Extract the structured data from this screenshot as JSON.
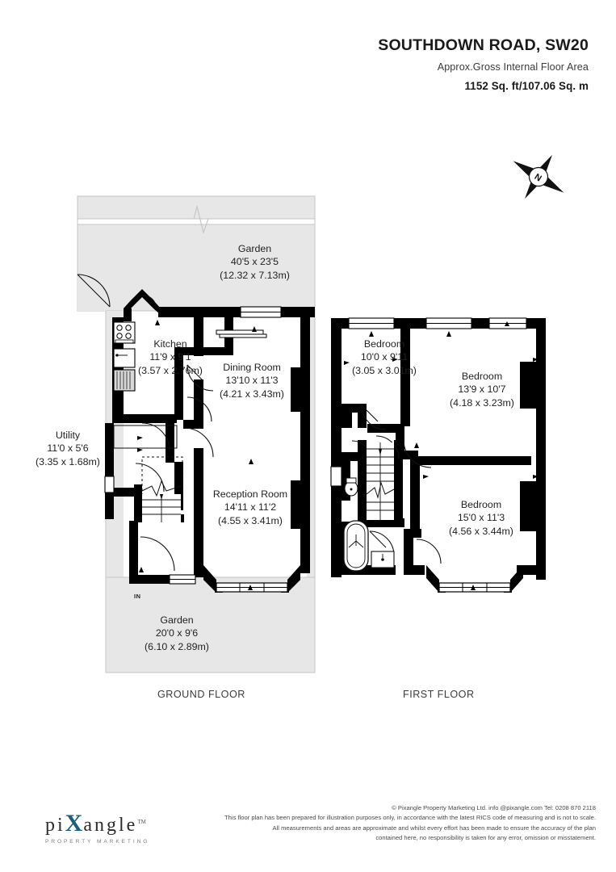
{
  "header": {
    "title": "SOUTHDOWN ROAD, SW20",
    "subtitle": "Approx.Gross Internal Floor Area",
    "area": "1152 Sq. ft/107.06 Sq. m"
  },
  "compass": {
    "north_letter": "N"
  },
  "ground_floor": {
    "label": "GROUND FLOOR",
    "entrance_marker": "IN",
    "rooms": [
      {
        "name": "Garden",
        "imperial": "40'5 x 23'5",
        "metric": "(12.32 x 7.13m)"
      },
      {
        "name": "Kitchen",
        "imperial": "11'9 x 9'1",
        "metric": "(3.57 x 2.76m)"
      },
      {
        "name": "Dining Room",
        "imperial": "13'10 x 11'3",
        "metric": "(4.21 x 3.43m)"
      },
      {
        "name": "Utility",
        "imperial": "11'0 x 5'6",
        "metric": "(3.35 x 1.68m)"
      },
      {
        "name": "Reception Room",
        "imperial": "14'11 x 11'2",
        "metric": "(4.55 x 3.41m)"
      },
      {
        "name": "Garden",
        "imperial": "20'0 x 9'6",
        "metric": "(6.10 x 2.89m)"
      }
    ]
  },
  "first_floor": {
    "label": "FIRST FLOOR",
    "rooms": [
      {
        "name": "Bedroom",
        "imperial": "10'0 x 9'11",
        "metric": "(3.05 x 3.01m)"
      },
      {
        "name": "Bedroom",
        "imperial": "13'9 x 10'7",
        "metric": "(4.18 x 3.23m)"
      },
      {
        "name": "Bedroom",
        "imperial": "15'0 x 11'3",
        "metric": "(4.56 x 3.44m)"
      }
    ]
  },
  "footer": {
    "logo_pre": "pi",
    "logo_x": "X",
    "logo_post": "angle",
    "logo_tm": "TM",
    "logo_tagline": "PROPERTY MARKETING",
    "copyright": "© Pixangle Property Marketing Ltd. info @pixangle.com Tel: 0208 870 2118",
    "line1": "This floor plan has been prepared for illustration purposes only, in accordance with the latest RICS code of measuring and is not to scale.",
    "line2": "All measurements and areas are approximate and whilst every effort has been made to ensure the accuracy of the plan",
    "line3": "contained here, no responsibility is taken for any error, omission or misstatement."
  },
  "colors": {
    "wall": "#000000",
    "garden_fill": "#e7e7e7",
    "garden_stroke": "#c4c4c4",
    "text": "#231f20"
  }
}
